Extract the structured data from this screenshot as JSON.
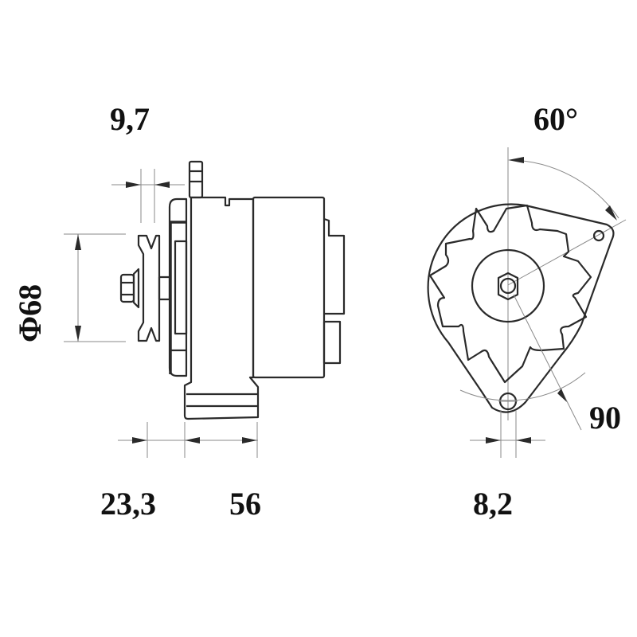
{
  "drawing": {
    "subject": "alternator",
    "views": [
      "side-view",
      "front-view"
    ]
  },
  "dimensions": {
    "pulley_width": "9,7",
    "pulley_diameter": "Φ68",
    "pulley_offset": "23,3",
    "mount_width": "56",
    "angle": "60°",
    "radius": "90",
    "hole_width": "8,2"
  }
}
